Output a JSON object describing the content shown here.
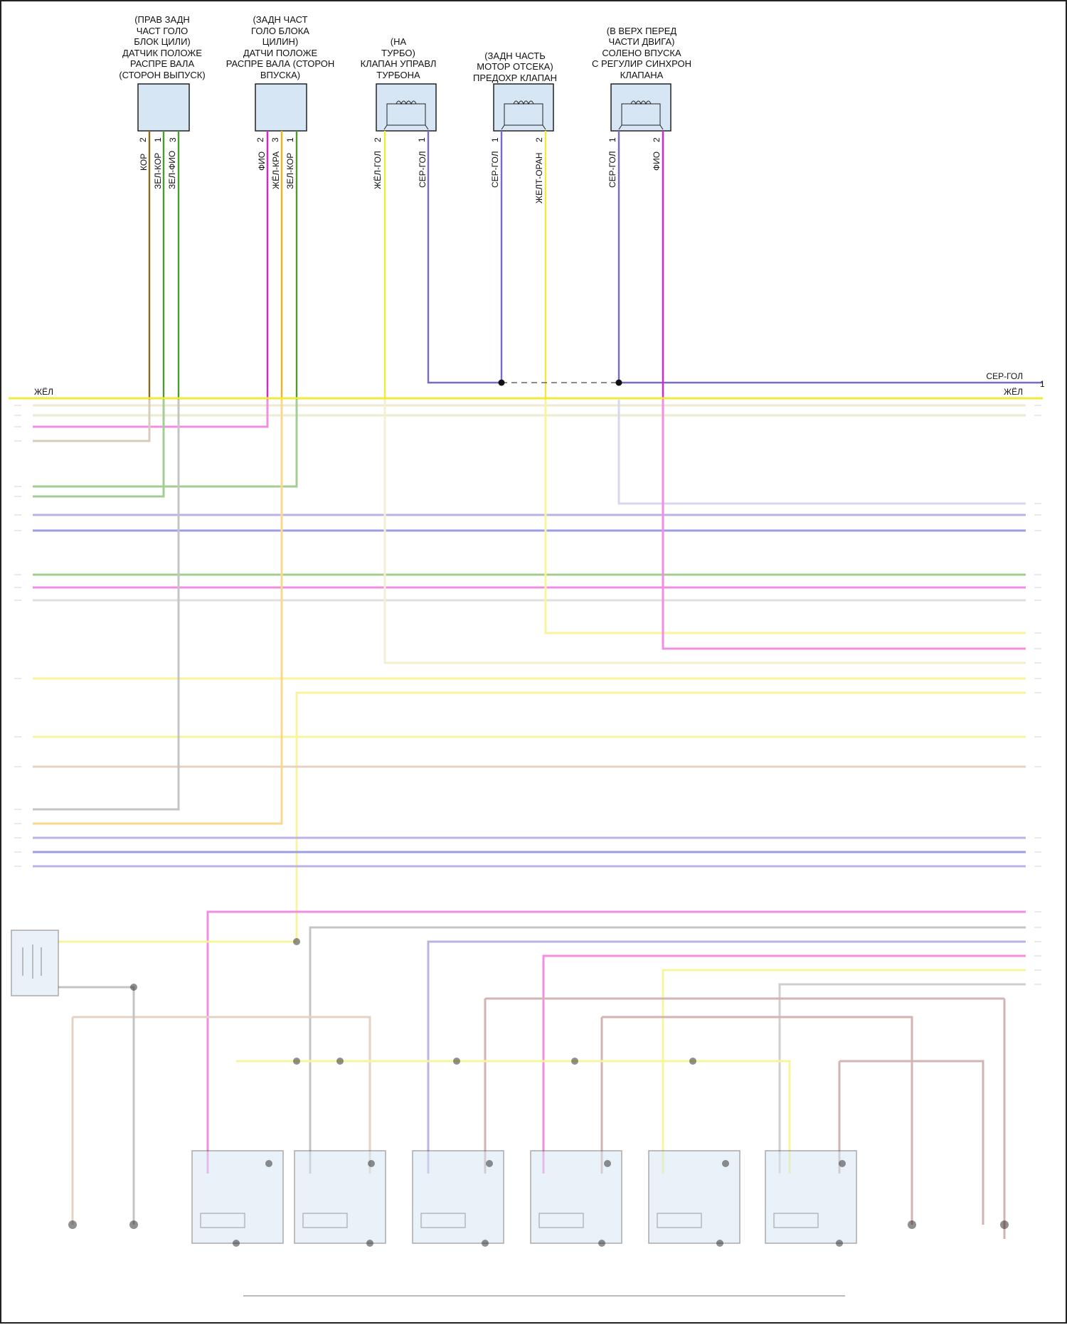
{
  "components": [
    {
      "id": "c1",
      "lines": [
        "(ПРАВ ЗАДН",
        "ЧАСТ ГОЛО",
        "БЛОК ЦИЛИ)",
        "ДАТЧИК ПОЛОЖЕ",
        "РАСПРЕ ВАЛА",
        "(СТОРОН ВЫПУСК)"
      ],
      "pins": [
        "2",
        "1",
        "3"
      ],
      "wires": [
        "КОР",
        "ЗЕЛ-КОР",
        "ЗЕЛ-ФИО"
      ]
    },
    {
      "id": "c2",
      "lines": [
        "(ЗАДН ЧАСТ",
        "ГОЛО БЛОКА",
        "ЦИЛИН)",
        "ДАТЧИ ПОЛОЖЕ",
        "РАСПРЕ ВАЛА (СТОРОН",
        "ВПУСКА)"
      ],
      "pins": [
        "2",
        "3",
        "1"
      ],
      "wires": [
        "ФИО",
        "ЖЁЛ-КРА",
        "ЗЕЛ-КОР"
      ]
    },
    {
      "id": "c3",
      "lines": [
        "(НА",
        "ТУРБО)",
        "КЛАПАН УПРАВЛ",
        "ТУРБОНА"
      ],
      "pins": [
        "2",
        "1"
      ],
      "wires": [
        "ЖЁЛ-ГОЛ",
        "СЕР-ГОЛ"
      ]
    },
    {
      "id": "c4",
      "lines": [
        "(ЗАДН ЧАСТЬ",
        "МОТОР ОТСЕКА)",
        "ПРЕДОХР КЛАПАН"
      ],
      "pins": [
        "1",
        "2"
      ],
      "wires": [
        "СЕР-ГОЛ",
        "ЖЕЛТ-ОРАН"
      ]
    },
    {
      "id": "c5",
      "lines": [
        "(В ВЕРХ ПЕРЕД",
        "ЧАСТИ ДВИГА)",
        "СОЛЕНО ВПУСКА",
        "С РЕГУЛИР СИНХРОН",
        "КЛАПАНА"
      ],
      "pins": [
        "1",
        "2"
      ],
      "wires": [
        "СЕР-ГОЛ",
        "ФИО"
      ]
    }
  ],
  "bus": {
    "right_wire_1": "СЕР-ГОЛ",
    "right_pin_1": "1",
    "right_wire_2": "ЖЁЛ",
    "left_wire_1": "ЖЁЛ"
  },
  "colors": {
    "yellow": "#f2ea3a",
    "green": "#4e9a2c",
    "brown": "#8a6a1c",
    "magenta": "#e020c8",
    "orange": "#f5b21c",
    "violet": "#7b68c8",
    "blue": "#3b3bd0",
    "tan": "#c9a98a",
    "gray": "#8a8a8a",
    "rose": "#a86a6a",
    "box_fill": "#d6e6f5"
  }
}
